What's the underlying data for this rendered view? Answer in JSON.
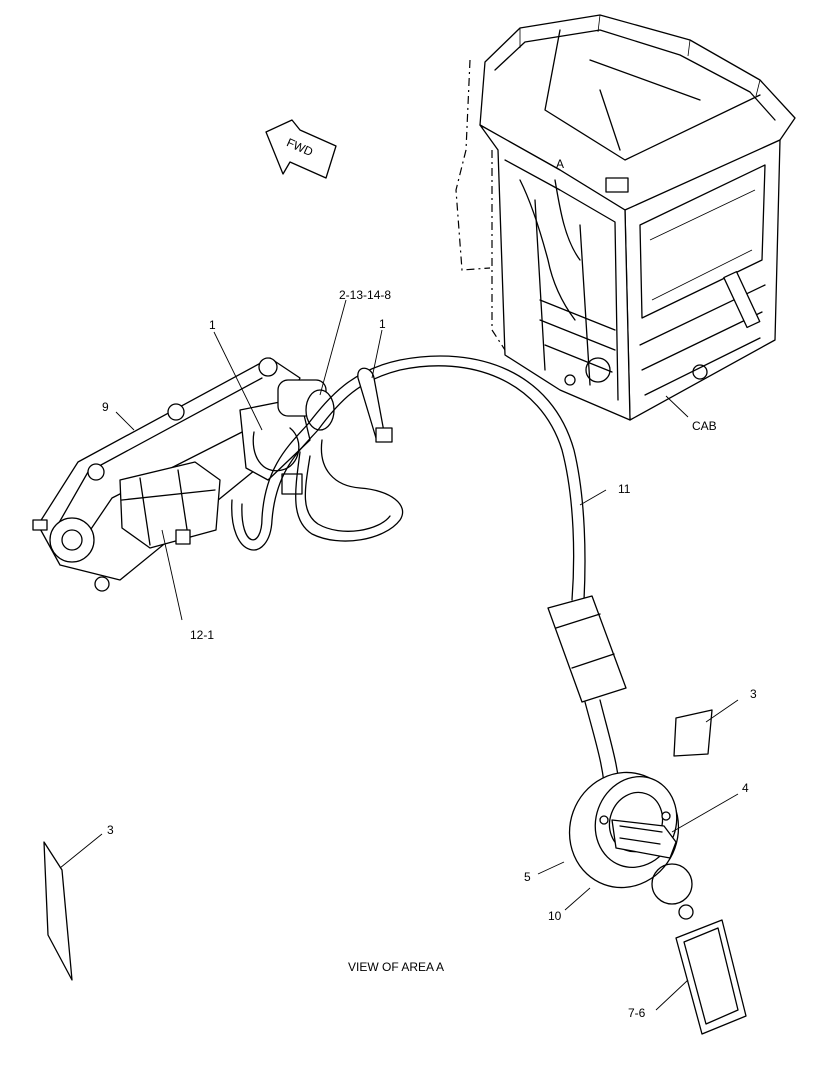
{
  "labels": {
    "fwd": "FWD",
    "area_a": "A",
    "cab": "CAB",
    "view_of_area_a": "VIEW OF AREA A",
    "callouts": {
      "c_2_13_14_8": "2-13-14-8",
      "c_1_left": "1",
      "c_1_right": "1",
      "c_9": "9",
      "c_11": "11",
      "c_12_1": "12-1",
      "c_3_right": "3",
      "c_3_left": "3",
      "c_4": "4",
      "c_5": "5",
      "c_10": "10",
      "c_7_6": "7-6"
    }
  }
}
